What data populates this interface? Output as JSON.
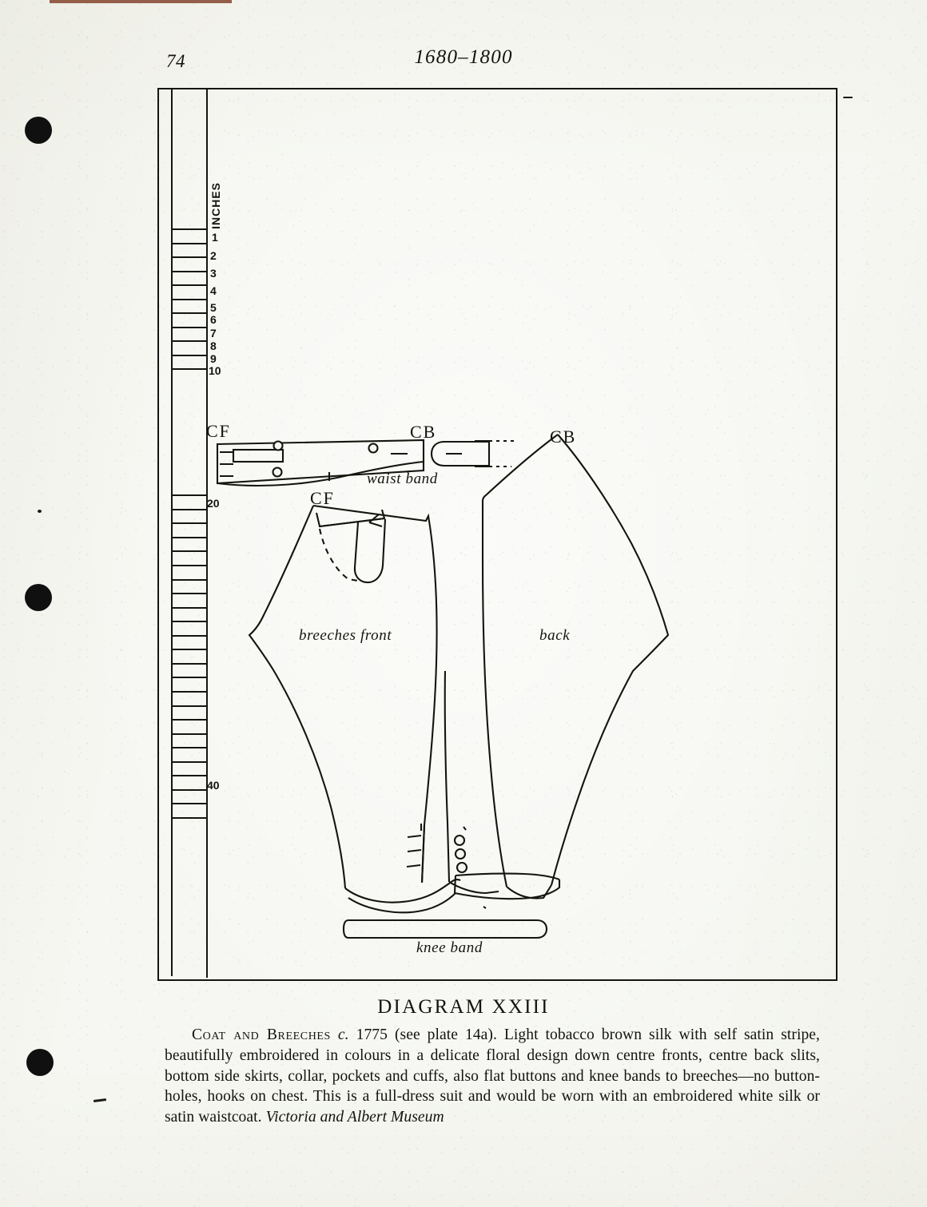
{
  "page": {
    "number": "74",
    "running_head": "1680–1800",
    "background_color": "#f6f7f2",
    "ink_color": "#14130f"
  },
  "scale": {
    "unit_label": "INCHES",
    "tick_numbers": [
      "1",
      "2",
      "3",
      "4",
      "5",
      "6",
      "7",
      "8",
      "9",
      "10"
    ],
    "major_labels": [
      "20",
      "40"
    ]
  },
  "diagram": {
    "pieces": [
      {
        "name": "waist-band",
        "label": "waist band"
      },
      {
        "name": "breeches-front",
        "label": "breeches front"
      },
      {
        "name": "back",
        "label": "back"
      },
      {
        "name": "knee-band",
        "label": "knee band"
      }
    ],
    "markers": {
      "cf_waistband": "CF",
      "cb_waistband": "CB",
      "cb_tab": "CB",
      "cf_front": "CF",
      "cb_back": "CB"
    }
  },
  "caption": {
    "title": "DIAGRAM XXIII",
    "lead": "Coat and Breeches",
    "date_italic": "c.",
    "date": "1775",
    "body": "(see plate 14a). Light tobacco brown silk with self satin stripe, beautifully embroidered in colours in a delicate floral design down centre fronts, centre back slits, bottom side skirts, collar, pockets and cuffs, also flat buttons and knee bands to breeches—no button-holes, hooks on chest. This is a full-dress suit and would be worn with an embroidered white silk or satin waistcoat.",
    "credit": "Victoria and Albert Museum"
  }
}
